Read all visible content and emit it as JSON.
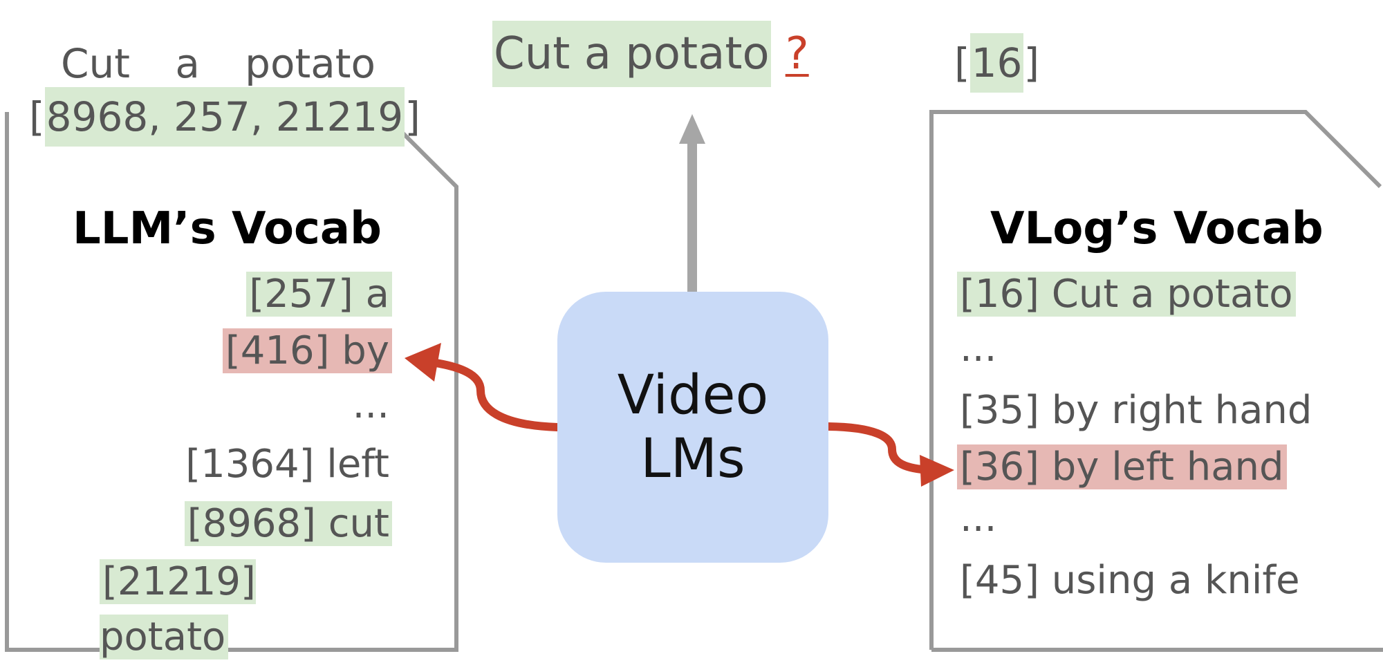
{
  "top_center": {
    "caption": "Cut a potato",
    "question_mark": "?"
  },
  "left_panel": {
    "words": [
      "Cut",
      "a",
      "potato"
    ],
    "token_ids_text": "8968, 257, 21219",
    "open_bracket": "[",
    "close_bracket": "]",
    "title": "LLM’s Vocab",
    "entries": [
      {
        "text": "[257] a",
        "highlight": "green"
      },
      {
        "text": "[416] by",
        "highlight": "red"
      },
      {
        "text": "...",
        "highlight": "none"
      },
      {
        "text": "[1364] left",
        "highlight": "none"
      },
      {
        "text": "[8968] cut",
        "highlight": "green"
      },
      {
        "text": "[21219] potato",
        "highlight": "green"
      }
    ]
  },
  "center": {
    "line1": "Video",
    "line2": "LMs"
  },
  "right_panel": {
    "open_bracket": "[",
    "token_id_text": "16",
    "close_bracket": "]",
    "title": "VLog’s Vocab",
    "entries": [
      {
        "text": "[16] Cut a potato",
        "highlight": "green"
      },
      {
        "text": "...",
        "highlight": "none"
      },
      {
        "text": "[35] by right hand",
        "highlight": "none"
      },
      {
        "text": "[36] by left hand",
        "highlight": "red"
      },
      {
        "text": "...",
        "highlight": "none"
      },
      {
        "text": "[45] using a knife",
        "highlight": "none"
      }
    ]
  },
  "colors": {
    "green_highlight": "#d8ead2",
    "red_highlight": "#e6b8b4",
    "arrow_red": "#c9402a",
    "arrow_gray": "#a6a6a6",
    "box_blue": "#c9daf7",
    "panel_border": "#999999"
  }
}
